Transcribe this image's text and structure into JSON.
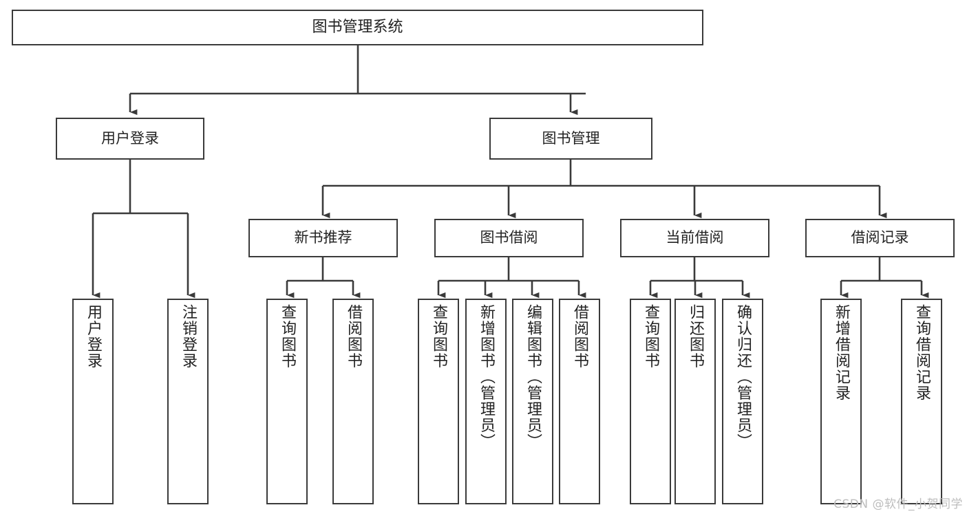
{
  "diagram": {
    "type": "tree-hierarchy-chart",
    "title": "图书管理系统",
    "orientation": "top-down",
    "colors": {
      "box_border": "#3a3a3a",
      "box_fill": "#ffffff",
      "connector": "#3a3a3a",
      "text": "#222222",
      "watermark": "#bdbdbd",
      "background": "#ffffff"
    },
    "levels": {
      "level1": [
        "图书管理系统"
      ],
      "level2": [
        "用户登录",
        "图书管理"
      ],
      "level3": [
        "新书推荐",
        "图书借阅",
        "当前借阅",
        "借阅记录"
      ],
      "level4": [
        "用户登录",
        "注销登录",
        "查询图书",
        "借阅图书",
        "查询图书",
        "新增图书（管理员）",
        "编辑图书（管理员）",
        "借阅图书",
        "查询图书",
        "归还图书",
        "确认归还（管理员）",
        "新增借阅记录",
        "查询借阅记录"
      ]
    },
    "nodes": {
      "root": {
        "label": "图书管理系统"
      },
      "user_login": {
        "label": "用户登录"
      },
      "book_manage": {
        "label": "图书管理"
      },
      "new_book_rec": {
        "label": "新书推荐"
      },
      "book_borrow": {
        "label": "图书借阅"
      },
      "current_borrow": {
        "label": "当前借阅"
      },
      "borrow_record": {
        "label": "借阅记录"
      },
      "leaf_user_login": {
        "label": "用户登录"
      },
      "leaf_user_logout": {
        "label": "注销登录"
      },
      "leaf_query_book_1": {
        "label": "查询图书"
      },
      "leaf_borrow_book_1": {
        "label": "借阅图书"
      },
      "leaf_query_book_2": {
        "label": "查询图书"
      },
      "leaf_add_book_admin": {
        "label": "新增图书（管理员）"
      },
      "leaf_edit_book_admin": {
        "label": "编辑图书（管理员）"
      },
      "leaf_borrow_book_2": {
        "label": "借阅图书"
      },
      "leaf_query_book_3": {
        "label": "查询图书"
      },
      "leaf_return_book": {
        "label": "归还图书"
      },
      "leaf_confirm_return_admin": {
        "label": "确认归还（管理员）"
      },
      "leaf_add_borrow_record": {
        "label": "新增借阅记录"
      },
      "leaf_query_borrow_record": {
        "label": "查询借阅记录"
      }
    },
    "edges": [
      {
        "from": "root",
        "to": "user_login"
      },
      {
        "from": "root",
        "to": "book_manage"
      },
      {
        "from": "user_login",
        "to": "leaf_user_login"
      },
      {
        "from": "user_login",
        "to": "leaf_user_logout"
      },
      {
        "from": "book_manage",
        "to": "new_book_rec"
      },
      {
        "from": "book_manage",
        "to": "book_borrow"
      },
      {
        "from": "book_manage",
        "to": "current_borrow"
      },
      {
        "from": "book_manage",
        "to": "borrow_record"
      },
      {
        "from": "new_book_rec",
        "to": "leaf_query_book_1"
      },
      {
        "from": "new_book_rec",
        "to": "leaf_borrow_book_1"
      },
      {
        "from": "book_borrow",
        "to": "leaf_query_book_2"
      },
      {
        "from": "book_borrow",
        "to": "leaf_add_book_admin"
      },
      {
        "from": "book_borrow",
        "to": "leaf_edit_book_admin"
      },
      {
        "from": "book_borrow",
        "to": "leaf_borrow_book_2"
      },
      {
        "from": "current_borrow",
        "to": "leaf_query_book_3"
      },
      {
        "from": "current_borrow",
        "to": "leaf_return_book"
      },
      {
        "from": "current_borrow",
        "to": "leaf_confirm_return_admin"
      },
      {
        "from": "borrow_record",
        "to": "leaf_add_borrow_record"
      },
      {
        "from": "borrow_record",
        "to": "leaf_query_borrow_record"
      }
    ]
  },
  "watermark": {
    "text": "CSDN @软件_小贺同学"
  }
}
